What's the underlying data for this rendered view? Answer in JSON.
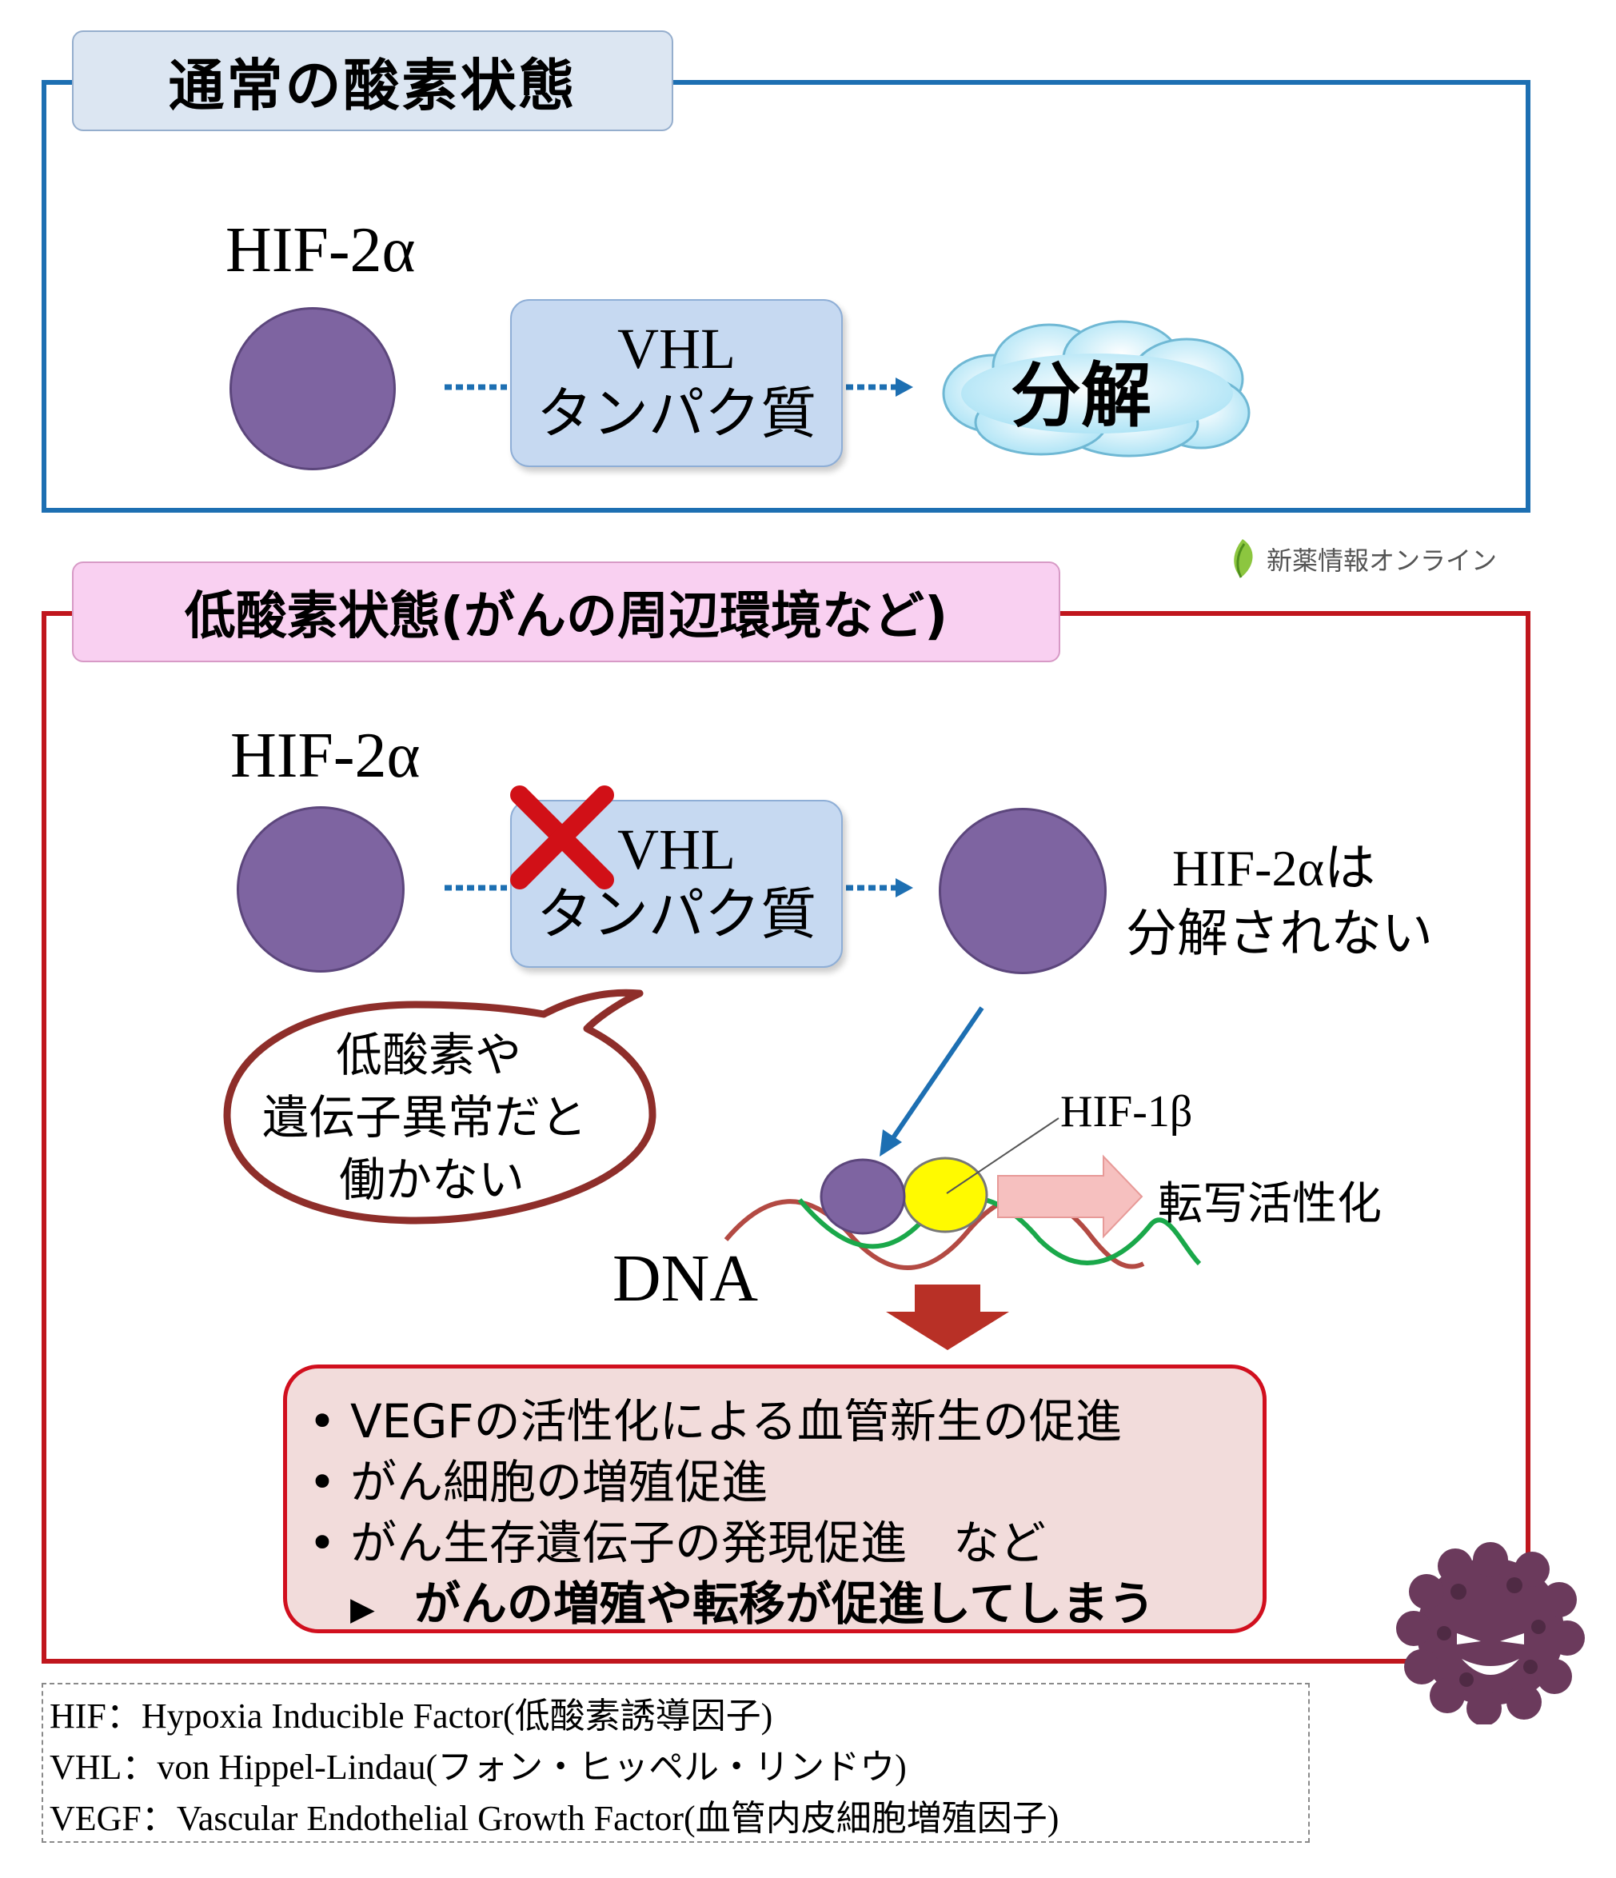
{
  "normal_panel": {
    "title": "通常の酸素状態",
    "hif_label": "HIF-2α",
    "vhl_line1": "VHL",
    "vhl_line2": "タンパク質",
    "degrade_label": "分解"
  },
  "logo": {
    "text": "新薬情報オンライン"
  },
  "hypoxia_panel": {
    "title": "低酸素状態(がんの周辺環境など)",
    "hif_label": "HIF-2α",
    "vhl_line1": "VHL",
    "vhl_line2": "タンパク質",
    "not_degraded_line1": "HIF-2αは",
    "not_degraded_line2": "分解されない",
    "speech_line1": "低酸素や",
    "speech_line2": "遺伝子異常だと",
    "speech_line3": "働かない",
    "hif1b_label": "HIF-1β",
    "transcription_label": "転写活性化",
    "dna_label": "DNA",
    "results": [
      "VEGFの活性化による血管新生の促進",
      "がん細胞の増殖促進",
      "がん生存遺伝子の発現促進　など"
    ],
    "conclusion": "がんの増殖や転移が促進してしまう"
  },
  "legend": [
    "HIF：Hypoxia Inducible Factor(低酸素誘導因子)",
    "VHL：von Hippel-Lindau(フォン・ヒッペル・リンドウ)",
    "VEGF：Vascular Endothelial Growth Factor(血管内皮細胞増殖因子)"
  ],
  "colors": {
    "normal_border": "#1d6fb2",
    "hypoxia_border": "#c0161d",
    "hif_circle": "#7e64a1",
    "vhl_box": "#c6d9f1",
    "cloud": "#bfeaf8",
    "hif1b": "#ffff00",
    "result_box": "#f2dcdb",
    "dna_green": "#1aa84a",
    "dna_red": "#b34a43"
  }
}
